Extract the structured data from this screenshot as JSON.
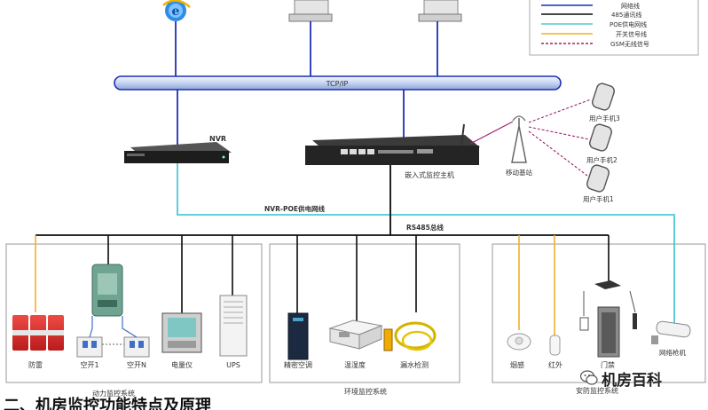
{
  "legend": {
    "items": [
      {
        "label": "网络线",
        "color": "#1c2fb5",
        "style": "solid"
      },
      {
        "label": "485通讯线",
        "color": "#0a0a0a",
        "style": "solid"
      },
      {
        "label": "POE供电网线",
        "color": "#4fc9d6",
        "style": "solid"
      },
      {
        "label": "开关信号线",
        "color": "#f2b12a",
        "style": "solid"
      },
      {
        "label": "GSM无线信号",
        "color": "#a0206e",
        "style": "dashed"
      }
    ]
  },
  "network": {
    "bus_label": "TCP/IP"
  },
  "devices": {
    "nvr": "NVR",
    "host": "嵌入式监控主机",
    "base_station": "移动基站",
    "phones": [
      "用户手机3",
      "用户手机2",
      "用户手机1"
    ],
    "poe_network": "NVR-POE供电网线",
    "rs485": "RS485总线"
  },
  "subsystems": {
    "power": {
      "title": "动力监控系统",
      "items": [
        "防雷",
        "空开1",
        "空开N",
        "电量仪",
        "UPS"
      ]
    },
    "environment": {
      "title": "环境监控系统",
      "items": [
        "精密空调",
        "温湿度",
        "漏水检测"
      ]
    },
    "security": {
      "title": "安防监控系统",
      "items": [
        "烟感",
        "红外",
        "门禁",
        "网络枪机"
      ]
    }
  },
  "heading": "二、机房监控功能特点及原理",
  "watermark": "机房百科",
  "colors": {
    "network": "#1c2fb5",
    "rs485": "#0a0a0a",
    "poe": "#4fc9d6",
    "signal": "#f2b12a",
    "gsm": "#a0206e"
  }
}
